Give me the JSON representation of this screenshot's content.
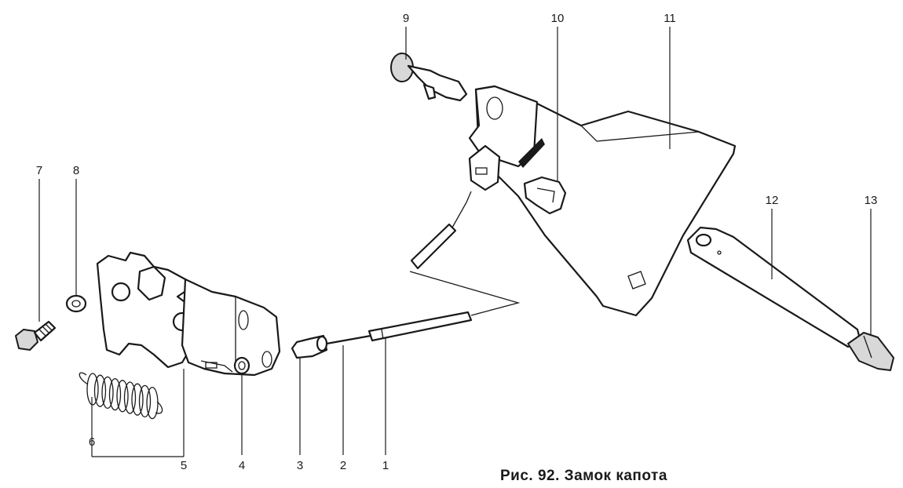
{
  "caption": "Рис. 92. Замок капота",
  "labels": {
    "n1": "1",
    "n2": "2",
    "n3": "3",
    "n4": "4",
    "n5": "5",
    "n6": "6",
    "n7": "7",
    "n8": "8",
    "n9": "9",
    "n10": "10",
    "n11": "11",
    "n12": "12",
    "n13": "13"
  }
}
